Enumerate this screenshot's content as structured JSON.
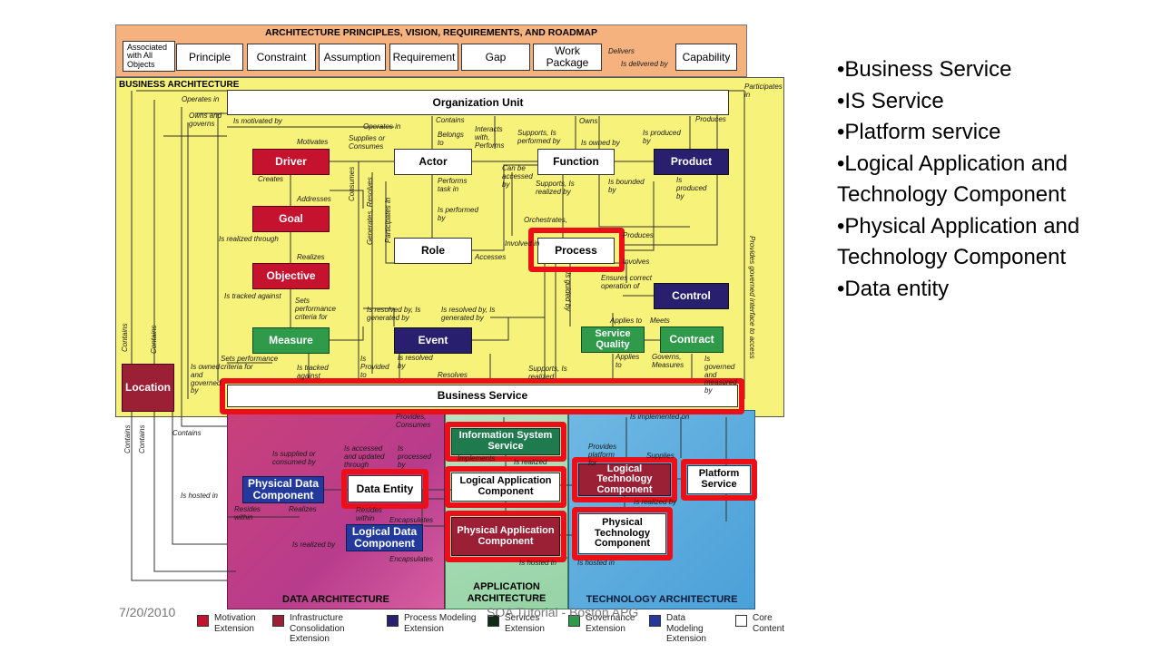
{
  "slide": {
    "bullets": [
      "•Business Service",
      "•IS Service",
      "•Platform service",
      "•Logical Application and Technology Component",
      "•Physical Application and Technology Component",
      "•Data entity"
    ],
    "date": "7/20/2010",
    "footer_text": "SOA Tutorial - Boston APG"
  },
  "diagram": {
    "top_band": {
      "title": "ARCHITECTURE PRINCIPLES, VISION, REQUIREMENTS, AND ROADMAP",
      "associated": "Associated with All Objects",
      "items": [
        "Principle",
        "Constraint",
        "Assumption",
        "Requirement",
        "Gap",
        "Work Package"
      ],
      "delivers": "Delivers",
      "is_delivered_by": "Is delivered by",
      "capability": "Capability"
    },
    "business": {
      "title": "BUSINESS ARCHITECTURE",
      "organization_unit": "Organization Unit",
      "actor": "Actor",
      "function": "Function",
      "product": "Product",
      "driver": "Driver",
      "goal": "Goal",
      "objective": "Objective",
      "measure": "Measure",
      "role": "Role",
      "process": "Process",
      "control": "Control",
      "event": "Event",
      "service_quality": "Service Quality",
      "contract": "Contract",
      "location": "Location",
      "business_service": "Business Service"
    },
    "data": {
      "title": "DATA ARCHITECTURE",
      "physical_data_component": "Physical Data Component",
      "data_entity": "Data Entity",
      "logical_data_component": "Logical Data Component"
    },
    "application": {
      "title": "APPLICATION ARCHITECTURE",
      "information_system_service": "Information System Service",
      "logical_application_component": "Logical Application Component",
      "physical_application_component": "Physical Application Component"
    },
    "technology": {
      "title": "TECHNOLOGY ARCHITECTURE",
      "logical_technology_component": "Logical Technology Component",
      "platform_service": "Platform Service",
      "physical_technology_component": "Physical Technology Component"
    },
    "relations": {
      "operates_in": "Operates in",
      "participates_in": "Participates in",
      "owns_and_governs": "Owns and governs",
      "is_motivated_by": "Is motivated by",
      "operates_in_2": "Operates in",
      "contains": "Contains",
      "belongs_to": "Belongs to",
      "interacts_with": "Interacts with, Performs",
      "supports_performed_by": "Supports, Is performed by",
      "owns": "Owns",
      "produces": "Produces",
      "motivates": "Motivates",
      "supplies_consumes": "Supplies or Consumes",
      "is_owned_by": "Is owned by",
      "is_produced_by": "Is produced by",
      "creates": "Creates",
      "performs_task_in": "Performs task in",
      "can_be_accessed_by": "Can be accessed by",
      "supports_realized_by": "Supports, Is realized by",
      "is_bounded_by": "Is bounded by",
      "is_produced_by_2": "Is produced by",
      "addresses": "Addresses",
      "is_performed_by": "Is performed by",
      "orchestrates": "Orchestrates,",
      "produces_2": "Produces",
      "is_realized_through": "Is realized through",
      "involved_in": "Involved in",
      "involves": "Involves",
      "realizes": "Realizes",
      "accesses": "Accesses",
      "ensures_correct_operation_of": "Ensures correct operation of",
      "is_tracked_against": "Is tracked against",
      "sets_performance_criteria_for": "Sets performance criteria for",
      "is_guided_by": "Is guided by",
      "is_resolved_by_1": "Is resolved by, Is generated by",
      "is_resolved_by_2": "Is resolved by, Is generated by",
      "applies_to": "Applies to",
      "meets": "Meets",
      "sets_performance_criteria_for_2": "Sets performance criteria for",
      "is_owned_and_governed_by": "Is owned and governed by",
      "is_tracked_against_2": "Is tracked against",
      "is_provided_to": "Is Provided to",
      "is_resolved_by_3": "Is resolved by",
      "resolves": "Resolves",
      "supports_is_realized": "Supports, Is realized",
      "applies_to_2": "Applies to",
      "governs_measures": "Governs, Measures",
      "is_governed_and_measured_by": "Is governed and measured by",
      "provides_governed_interface": "Provides governed interface to access",
      "consumes": "Consumes",
      "generates_resolves": "Generates, Resolves",
      "participates_in_2": "Participates in",
      "contains_2": "Contains",
      "contains_3": "Contains",
      "contains_4": "Contains",
      "contains_5": "Contains",
      "contains_6": "Contains",
      "provides_consumes": "Provides, Consumes",
      "is_supplied_or_consumed_by": "Is supplied or consumed by",
      "is_accessed_and_updated_through": "Is accessed and updated through",
      "is_processed_by": "Is processed by",
      "implements": "Implements",
      "is_realized": "Is realized",
      "is_implemented_on": "Is implemented on",
      "provides_platform_for": "Provides platform for",
      "supplies": "Supplies",
      "is_hosted_in": "Is hosted in",
      "resides_within": "Resides within",
      "realizes_2": "Realizes",
      "resides_within_2": "Resides within",
      "encapsulates": "Encapsulates",
      "is_realized_by": "Is realized by",
      "encapsulates_2": "Encapsulates",
      "is_realized_by_2": "Is realized by",
      "is_hosted_in_2": "Is hosted in",
      "is_hosted_in_3": "Is hosted in"
    },
    "legend": [
      {
        "label": "Motivation Extension",
        "color": "#c4122f"
      },
      {
        "label": "Infrastructure Consolidation Extension",
        "color": "#9b1f35"
      },
      {
        "label": "Process Modeling Extension",
        "color": "#28206e"
      },
      {
        "label": "Services Extension",
        "color": "#0f2a17"
      },
      {
        "label": "Governance Extension",
        "color": "#2f9a4a"
      },
      {
        "label": "Data Modeling Extension",
        "color": "#233a9c"
      },
      {
        "label": "Core Content",
        "color": "#ffffff"
      }
    ]
  }
}
